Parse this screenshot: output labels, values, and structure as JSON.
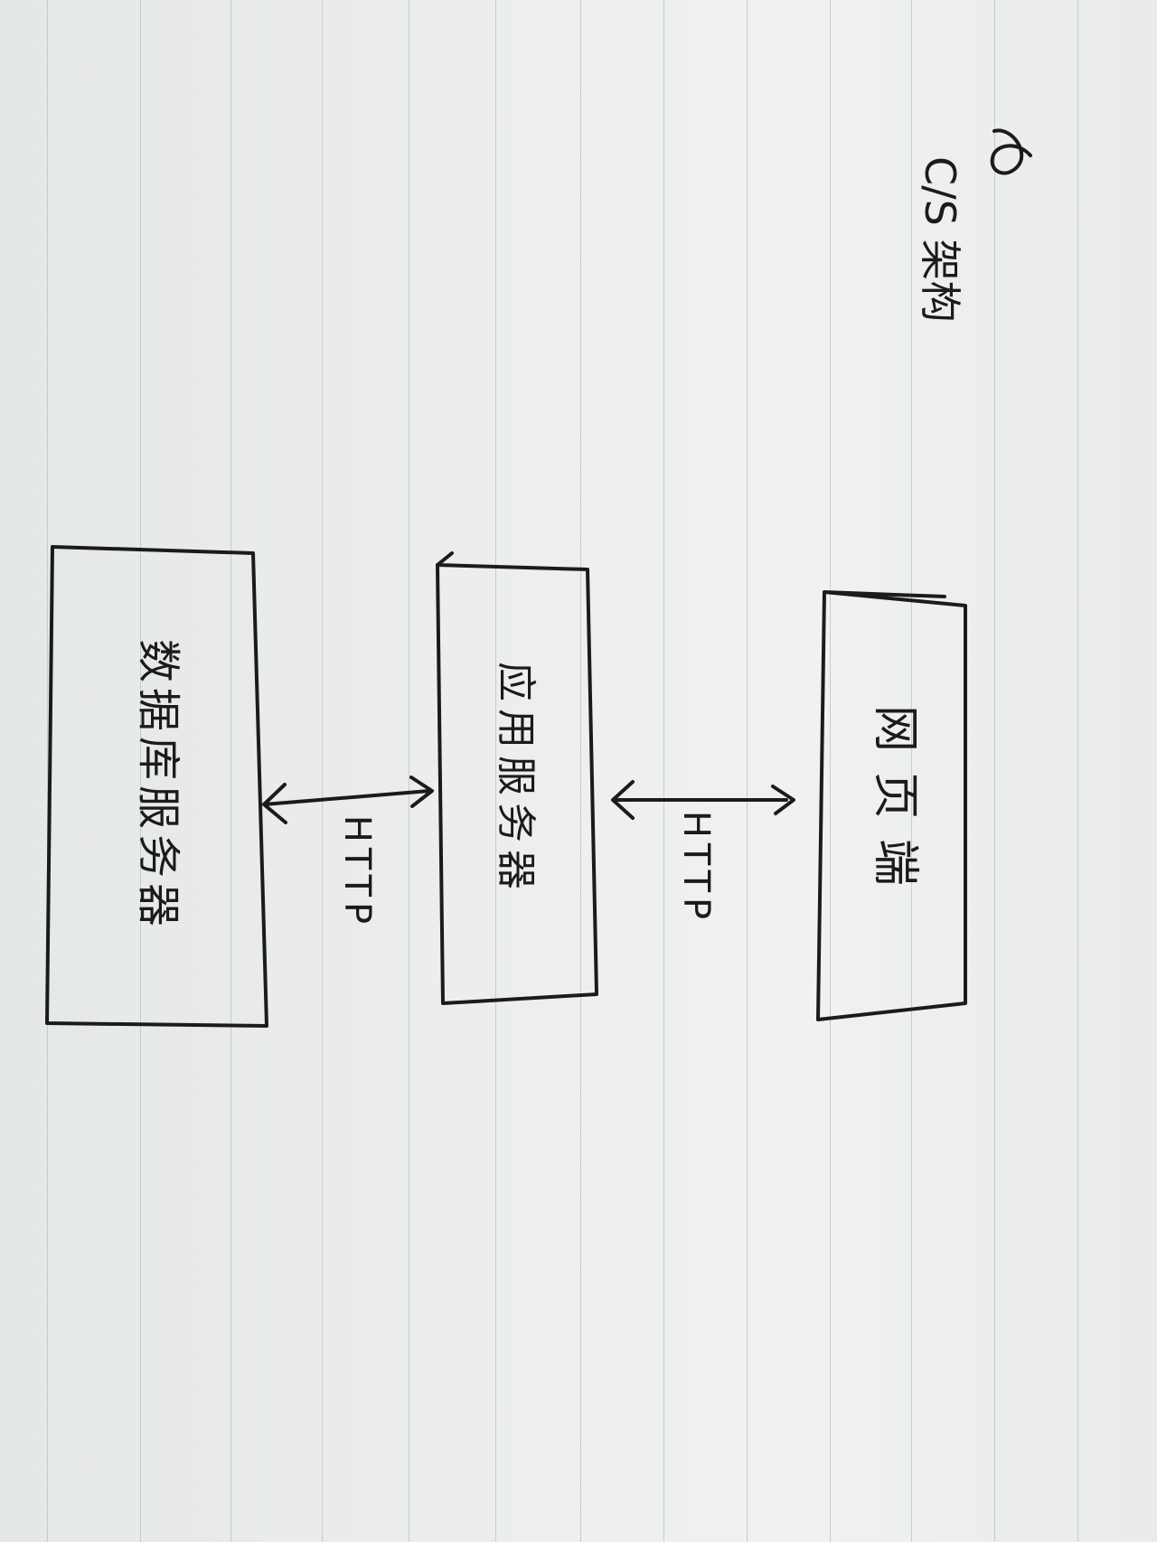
{
  "note": {
    "title": "C/S 架构",
    "tiers": [
      {
        "label": "网页端"
      },
      {
        "label": "应用服务器"
      },
      {
        "label": "数据库服务器"
      }
    ],
    "connectors": [
      {
        "label": "HTTP"
      },
      {
        "label": "HTTP"
      }
    ]
  },
  "colors": {
    "ink": "#1b1b1b",
    "paper": "#eceeed",
    "rule_line": "#b9c0c2"
  }
}
